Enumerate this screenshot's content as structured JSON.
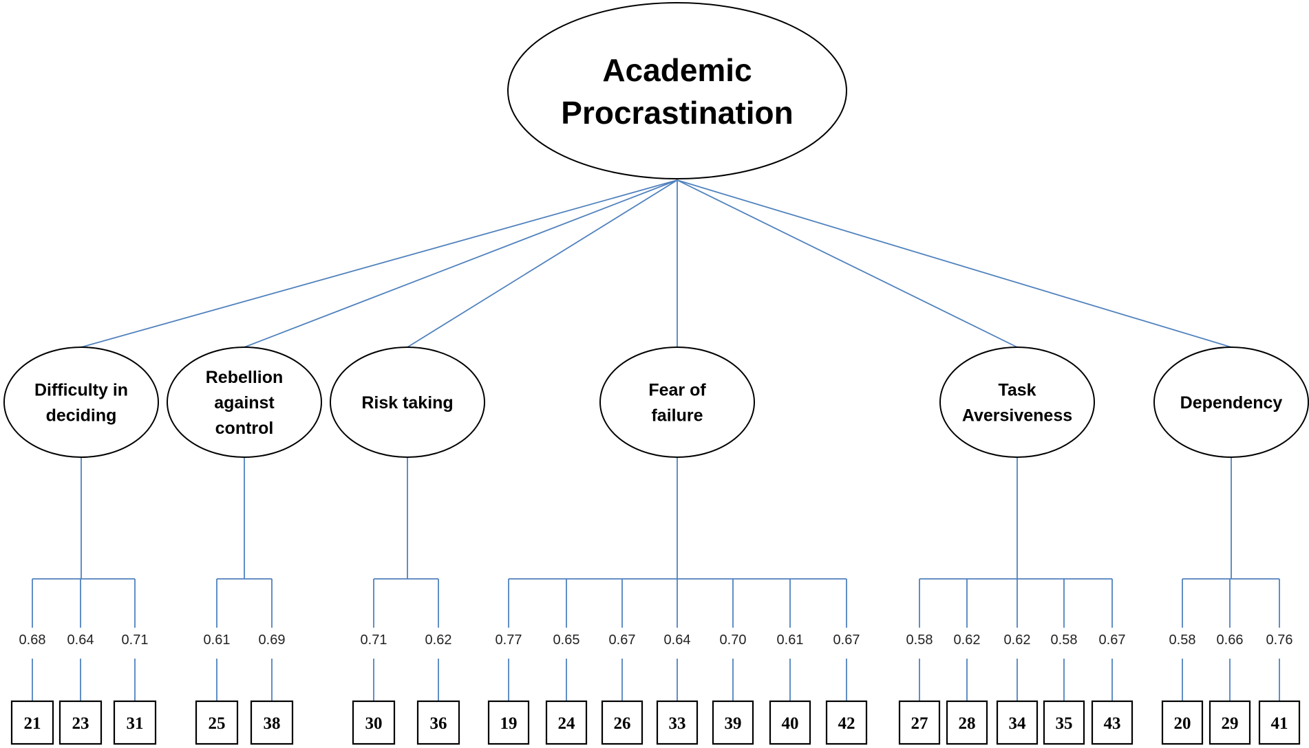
{
  "root": {
    "label_lines": [
      "Academic",
      "Procrastination"
    ]
  },
  "factors": [
    {
      "id": "difficulty-in-deciding",
      "label_lines": [
        "Difficulty in",
        "deciding"
      ],
      "items": [
        {
          "item": "21",
          "loading": "0.68"
        },
        {
          "item": "23",
          "loading": "0.64"
        },
        {
          "item": "31",
          "loading": "0.71"
        }
      ]
    },
    {
      "id": "rebellion-against-control",
      "label_lines": [
        "Rebellion",
        "against",
        "control"
      ],
      "items": [
        {
          "item": "25",
          "loading": "0.61"
        },
        {
          "item": "38",
          "loading": "0.69"
        }
      ]
    },
    {
      "id": "risk-taking",
      "label_lines": [
        "Risk taking"
      ],
      "items": [
        {
          "item": "30",
          "loading": "0.71"
        },
        {
          "item": "36",
          "loading": "0.62"
        }
      ]
    },
    {
      "id": "fear-of-failure",
      "label_lines": [
        "Fear of",
        "failure"
      ],
      "items": [
        {
          "item": "19",
          "loading": "0.77"
        },
        {
          "item": "24",
          "loading": "0.65"
        },
        {
          "item": "26",
          "loading": "0.67"
        },
        {
          "item": "33",
          "loading": "0.64"
        },
        {
          "item": "39",
          "loading": "0.70"
        },
        {
          "item": "40",
          "loading": "0.61"
        },
        {
          "item": "42",
          "loading": "0.67"
        }
      ]
    },
    {
      "id": "task-aversiveness",
      "label_lines": [
        "Task",
        "Aversiveness"
      ],
      "items": [
        {
          "item": "27",
          "loading": "0.58"
        },
        {
          "item": "28",
          "loading": "0.62"
        },
        {
          "item": "34",
          "loading": "0.62"
        },
        {
          "item": "35",
          "loading": "0.58"
        },
        {
          "item": "43",
          "loading": "0.67"
        }
      ]
    },
    {
      "id": "dependency",
      "label_lines": [
        "Dependency"
      ],
      "items": [
        {
          "item": "20",
          "loading": "0.58"
        },
        {
          "item": "29",
          "loading": "0.66"
        },
        {
          "item": "41",
          "loading": "0.76"
        }
      ]
    }
  ]
}
